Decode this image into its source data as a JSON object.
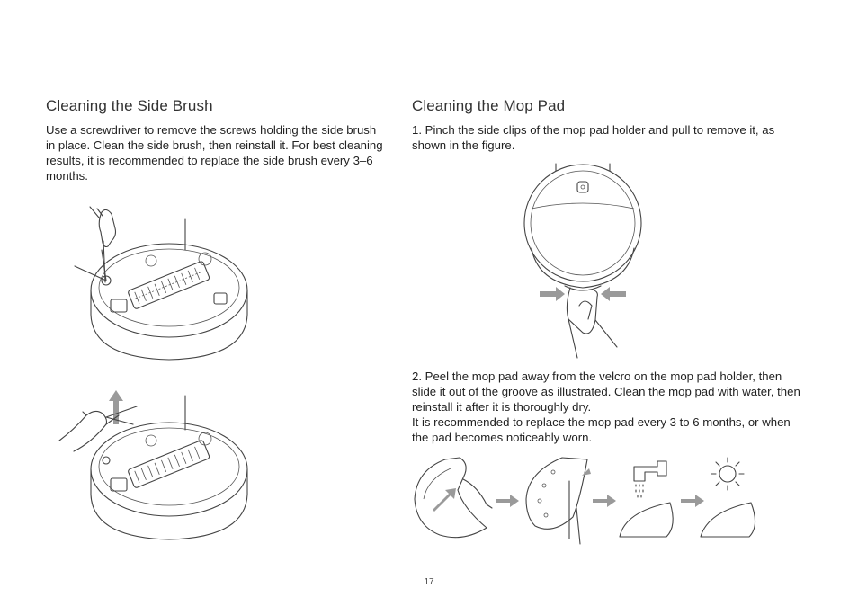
{
  "left": {
    "title": "Cleaning the Side Brush",
    "body": "Use a screwdriver to remove the screws holding the side brush in place. Clean the side brush, then reinstall it. For best cleaning results, it is recommended to replace the side brush every 3–6 months."
  },
  "right": {
    "title": "Cleaning the Mop Pad",
    "step1": "1. Pinch the side clips of the mop pad holder and pull to remove it, as shown in the figure.",
    "step2_line1": "2. Peel the mop pad away from the velcro on the mop pad holder, then slide it out of the groove as illustrated. Clean the mop pad with water, then reinstall it after it is thoroughly dry.",
    "step2_line2": "It is recommended to replace the mop pad every 3 to 6 months, or when the pad becomes noticeably worn."
  },
  "page_number": "17",
  "colors": {
    "arrow": "#9a9a9a",
    "line": "#444444"
  },
  "icons": [
    "robot-bottom-illustration",
    "screwdriver-hand-icon",
    "pull-up-arrow-icon",
    "robot-top-illustration",
    "pinch-arrow-icon",
    "mop-holder-icon",
    "right-arrow-icon",
    "water-tap-icon",
    "sun-icon",
    "mop-pad-icon"
  ]
}
